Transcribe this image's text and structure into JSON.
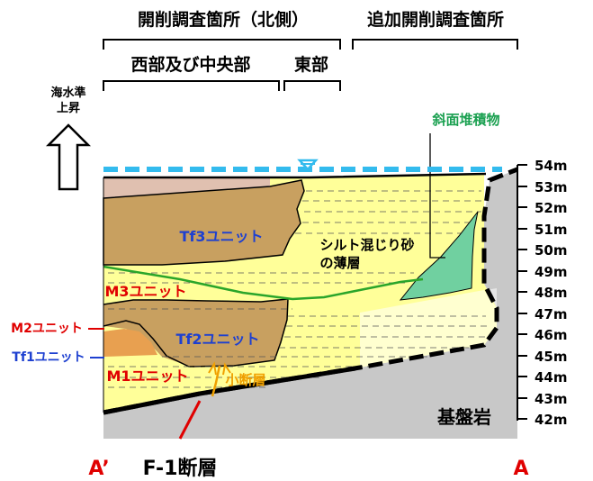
{
  "headers": {
    "trench_north": "開削調査箇所（北側）",
    "trench_added": "追加開削調査箇所",
    "west_central": "西部及び中央部",
    "east": "東部"
  },
  "sea_level": {
    "line1": "海水準",
    "line2": "上昇"
  },
  "labels": {
    "slope_deposit": "斜面堆積物",
    "silt_line1": "シルト混じり砂",
    "silt_line2": "の薄層",
    "tf3": "Tf3ユニット",
    "m3": "M3ユニット",
    "m2": "M2ユニット",
    "tf2": "Tf2ユニット",
    "tf1": "Tf1ユニット",
    "m1": "M1ユニット",
    "minor_fault": "小断層",
    "bedrock": "基盤岩",
    "fault": "F-1断層",
    "a_prime": "A’",
    "a": "A"
  },
  "elevation_ticks": [
    "54m",
    "53m",
    "52m",
    "51m",
    "50m",
    "49m",
    "48m",
    "47m",
    "46m",
    "45m",
    "44m",
    "43m",
    "42m"
  ],
  "colors": {
    "sand": "#FFFF99",
    "tf_unit": "#C8A060",
    "tf1_orange": "#E8A050",
    "slope": "#70D0A0",
    "bedrock": "#C8C8C8",
    "water": "#33BBEE",
    "blue_text": "#1E40D0",
    "red_text": "#E00000",
    "green_text": "#1AA050",
    "orange_text": "#F0A000"
  }
}
